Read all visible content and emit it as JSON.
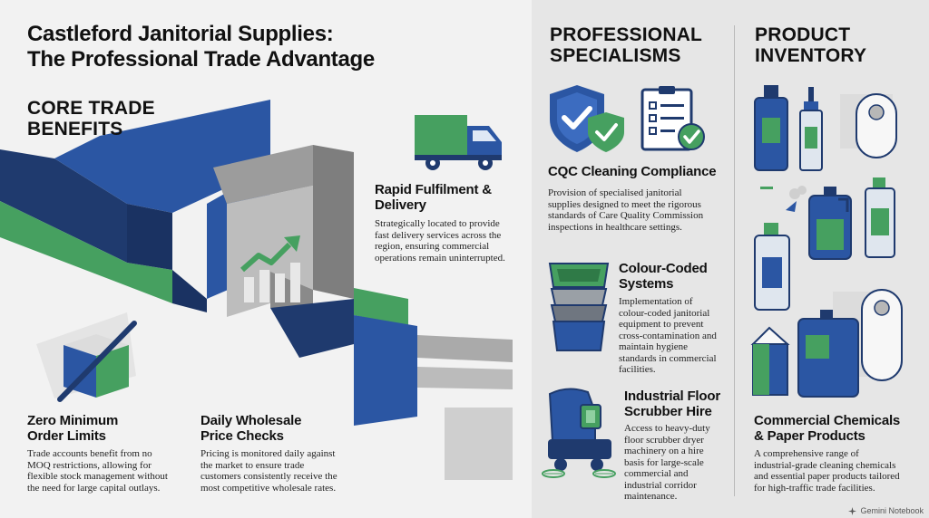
{
  "colors": {
    "blue": "#2b56a3",
    "navy": "#1f3a6e",
    "green": "#46a060",
    "grey": "#8f8f8f",
    "background": "#f2f2f2"
  },
  "title": {
    "line1": "Castleford Janitorial Supplies:",
    "line2": "The Professional Trade Advantage"
  },
  "core": {
    "heading": {
      "line1": "CORE TRADE",
      "line2": "BENEFITS"
    },
    "fulfilment": {
      "title1": "Rapid Fulfilment &",
      "title2": "Delivery",
      "body": [
        "Strategically located to provide",
        "fast delivery services across the",
        "region, ensuring commercial",
        "operations remain uninterrupted."
      ],
      "icon": "delivery-truck-icon"
    },
    "moq": {
      "title1": "Zero Minimum",
      "title2": "Order Limits",
      "body": [
        "Trade accounts benefit from no",
        "MOQ restrictions, allowing for",
        "flexible stock management without",
        "the need for large capital outlays."
      ],
      "icon": "crossed-box-icon"
    },
    "price": {
      "title1": "Daily Wholesale",
      "title2": "Price Checks",
      "body": [
        "Pricing is monitored daily against",
        "the market to ensure trade",
        "customers consistently receive the",
        "most competitive wholesale rates."
      ],
      "icon": "growth-chart-icon"
    }
  },
  "specialisms": {
    "heading": {
      "line1": "PROFESSIONAL",
      "line2": "SPECIALISMS"
    },
    "cqc": {
      "title": "CQC Cleaning Compliance",
      "body": [
        "Provision of specialised janitorial",
        "supplies designed to meet the rigorous",
        "standards of Care Quality Commission",
        "inspections in healthcare settings."
      ],
      "icon": "shield-check-icon"
    },
    "colour": {
      "title1": "Colour-Coded",
      "title2": "Systems",
      "body": [
        "Implementation of",
        "colour-coded janitorial",
        "equipment to prevent",
        "cross-contamination and",
        "maintain hygiene",
        "standards in commercial",
        "facilities."
      ],
      "icon": "stacked-buckets-icon"
    },
    "scrubber": {
      "title1": "Industrial Floor",
      "title2": "Scrubber Hire",
      "body": [
        "Access to heavy-duty",
        "floor scrubber dryer",
        "machinery on a hire",
        "basis for large-scale",
        "commercial and",
        "industrial corridor",
        "maintenance."
      ],
      "icon": "floor-scrubber-icon"
    }
  },
  "inventory": {
    "heading": {
      "line1": "PRODUCT",
      "line2": "INVENTORY"
    },
    "item": {
      "title1": "Commercial Chemicals",
      "title2": "& Paper Products",
      "body": [
        "A comprehensive range of",
        "industrial-grade cleaning chemicals",
        "and essential paper products tailored",
        "for high-traffic trade facilities."
      ]
    }
  },
  "badge": {
    "label": "Gemini Notebook"
  }
}
